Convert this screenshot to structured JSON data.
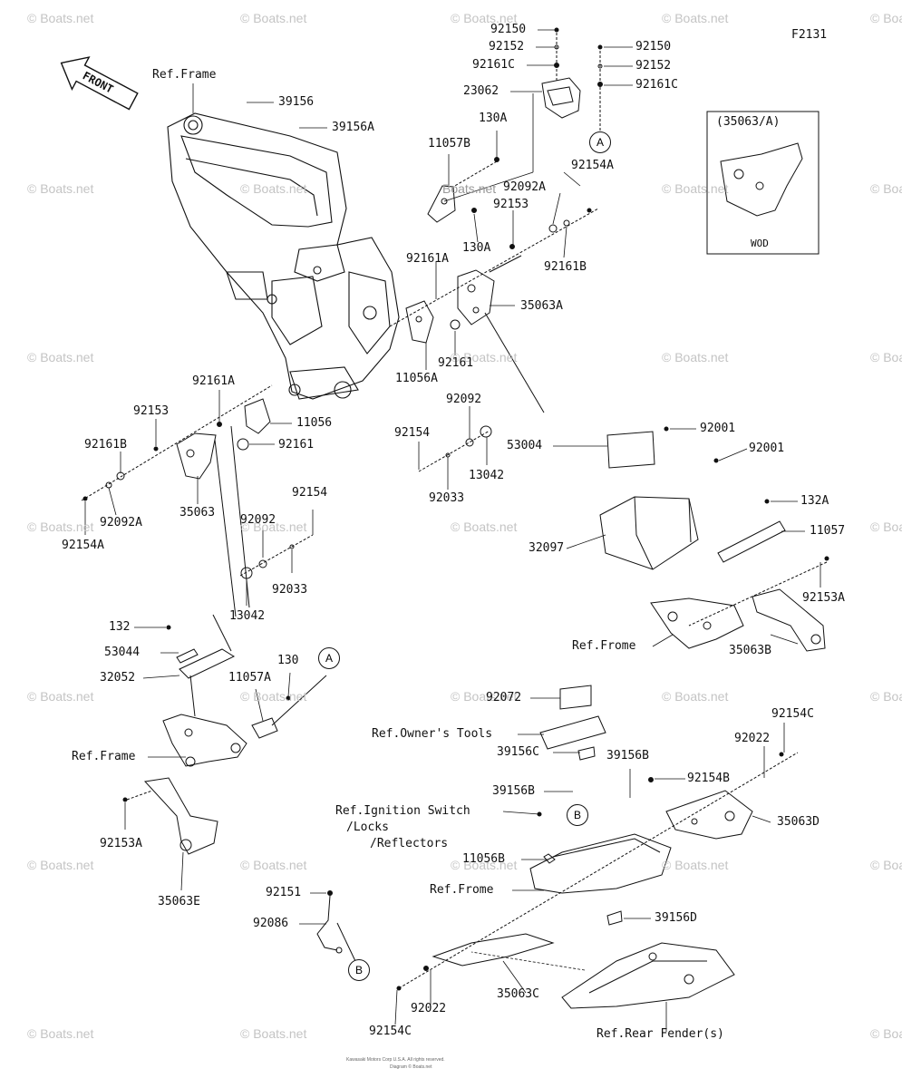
{
  "figure_code": "F2131",
  "front_label": "FRONT",
  "inset": {
    "title": "(35063/A)",
    "caption": "WOD"
  },
  "watermark": "© Boats.net",
  "watermark_inline": "Boats.net",
  "callouts": [
    "A",
    "A",
    "B",
    "B"
  ],
  "labels": {
    "ref_frame_top": "Ref.Frame",
    "p39156": "39156",
    "p39156a": "39156A",
    "p92150_a": "92150",
    "p92152_a": "92152",
    "p92161c_a": "92161C",
    "p23062": "23062",
    "p92150_b": "92150",
    "p92152_b": "92152",
    "p92161c_b": "92161C",
    "p130a_top": "130A",
    "p11057b": "11057B",
    "p92154a_top": "92154A",
    "p92092a_top": "92092A",
    "p92153_top": "92153",
    "p130a_mid": "130A",
    "p92161b_top": "92161B",
    "p92161a_top": "92161A",
    "p35063a": "35063A",
    "p92161_mid": "92161",
    "p11056a": "11056A",
    "p92161a_left": "92161A",
    "p92153_left": "92153",
    "p11056": "11056",
    "p92161_left": "92161",
    "p92161b_left": "92161B",
    "p35063": "35063",
    "p92092a_left": "92092A",
    "p92154a_left": "92154A",
    "p92092_mid": "92092",
    "p92154_mid": "92154",
    "p13042_mid": "13042",
    "p92033_mid": "92033",
    "p92001_a": "92001",
    "p92001_b": "92001",
    "p53004": "53004",
    "p132a": "132A",
    "p11057": "11057",
    "p32097": "32097",
    "p92153a_right": "92153A",
    "ref_frome_mid": "Ref.Frome",
    "p35063b": "35063B",
    "p92154_low": "92154",
    "p92092_low": "92092",
    "p92033_low": "92033",
    "p13042_low": "13042",
    "p132": "132",
    "p53044": "53044",
    "p32052": "32052",
    "p130": "130",
    "p11057a": "11057A",
    "ref_frame_left": "Ref.Frame",
    "p92153a_left": "92153A",
    "p35063e": "35063E",
    "p92072": "92072",
    "ref_owners_tools": "Ref.Owner's Tools",
    "p39156c": "39156C",
    "p39156b_a": "39156B",
    "p92022_right": "92022",
    "p92154c_right": "92154C",
    "p92154b": "92154B",
    "p39156b_b": "39156B",
    "ref_ign_1": "Ref.Ignition Switch",
    "ref_ign_2": "/Locks",
    "ref_ign_3": "/Reflectors",
    "p35063d": "35063D",
    "p11056b": "11056B",
    "ref_frome_low": "Ref.Frome",
    "p39156d": "39156D",
    "p92151": "92151",
    "p92086": "92086",
    "p35063c": "35063C",
    "p92022_low": "92022",
    "p92154c_low": "92154C",
    "ref_rear_fender": "Ref.Rear Fender(s)"
  },
  "footer": {
    "line1": "Kawasaki Motors Corp U.S.A. All rights reserved.",
    "line2": "Diagram © Boats.net"
  }
}
